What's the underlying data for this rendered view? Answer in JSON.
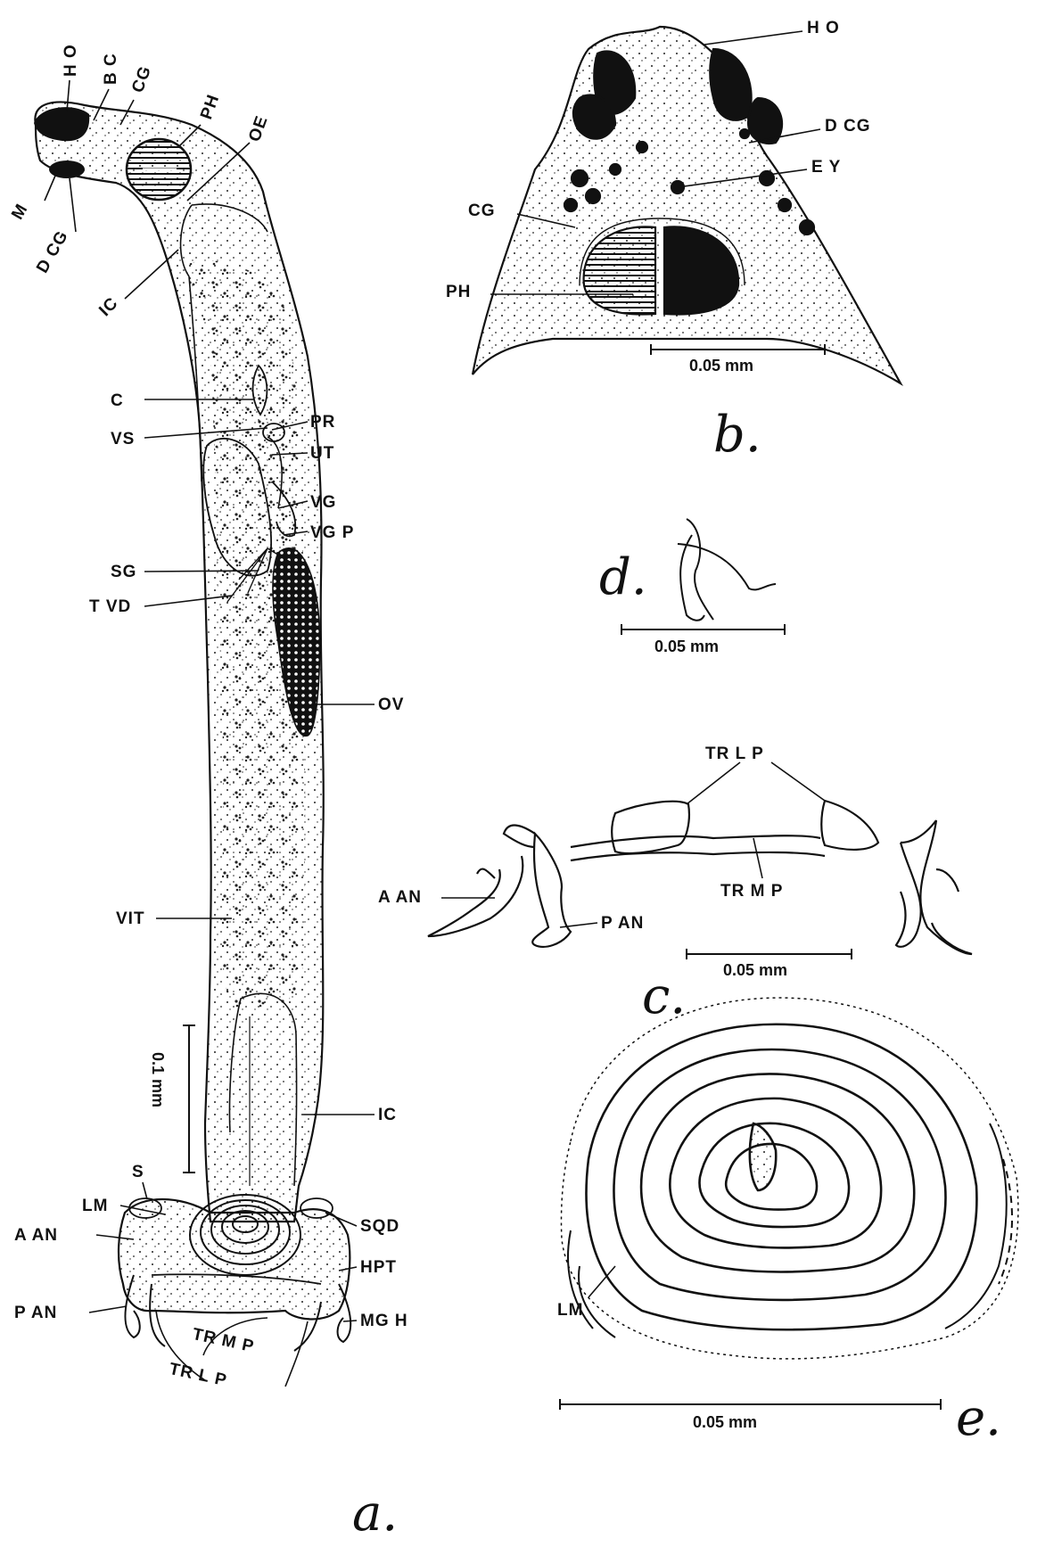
{
  "panels": {
    "a": "a.",
    "b": "b.",
    "c": "c.",
    "d": "d.",
    "e": "e."
  },
  "scales": {
    "a": "0.1 mm",
    "b": "0.05 mm",
    "c": "0.05 mm",
    "d": "0.05 mm",
    "e": "0.05 mm"
  },
  "labels_a": {
    "ho": "H O",
    "bc": "B C",
    "cg": "CG",
    "ph": "PH",
    "oe": "OE",
    "m": "M",
    "dcg": "D CG",
    "ic_top": "IC",
    "c": "C",
    "pr": "PR",
    "vs": "VS",
    "ut": "UT",
    "vg": "VG",
    "vgp": "VG P",
    "sg": "SG",
    "tvd": "T VD",
    "ov": "OV",
    "vit": "VIT",
    "ic_bottom": "IC",
    "s": "S",
    "lm": "LM",
    "a_an": "A AN",
    "sqd": "SQD",
    "hpt": "HPT",
    "p_an": "P AN",
    "trmp": "TR M P",
    "trlp": "TR L P",
    "mgh": "MG H"
  },
  "labels_b": {
    "ho": "H O",
    "dcg": "D CG",
    "ey": "E Y",
    "cg": "CG",
    "ph": "PH"
  },
  "labels_c": {
    "trlp": "TR L P",
    "a_an": "A AN",
    "trmp": "TR M P",
    "p_an": "P AN"
  },
  "labels_e": {
    "lm": "LM"
  },
  "colors": {
    "ink": "#111111",
    "paper": "#ffffff"
  }
}
